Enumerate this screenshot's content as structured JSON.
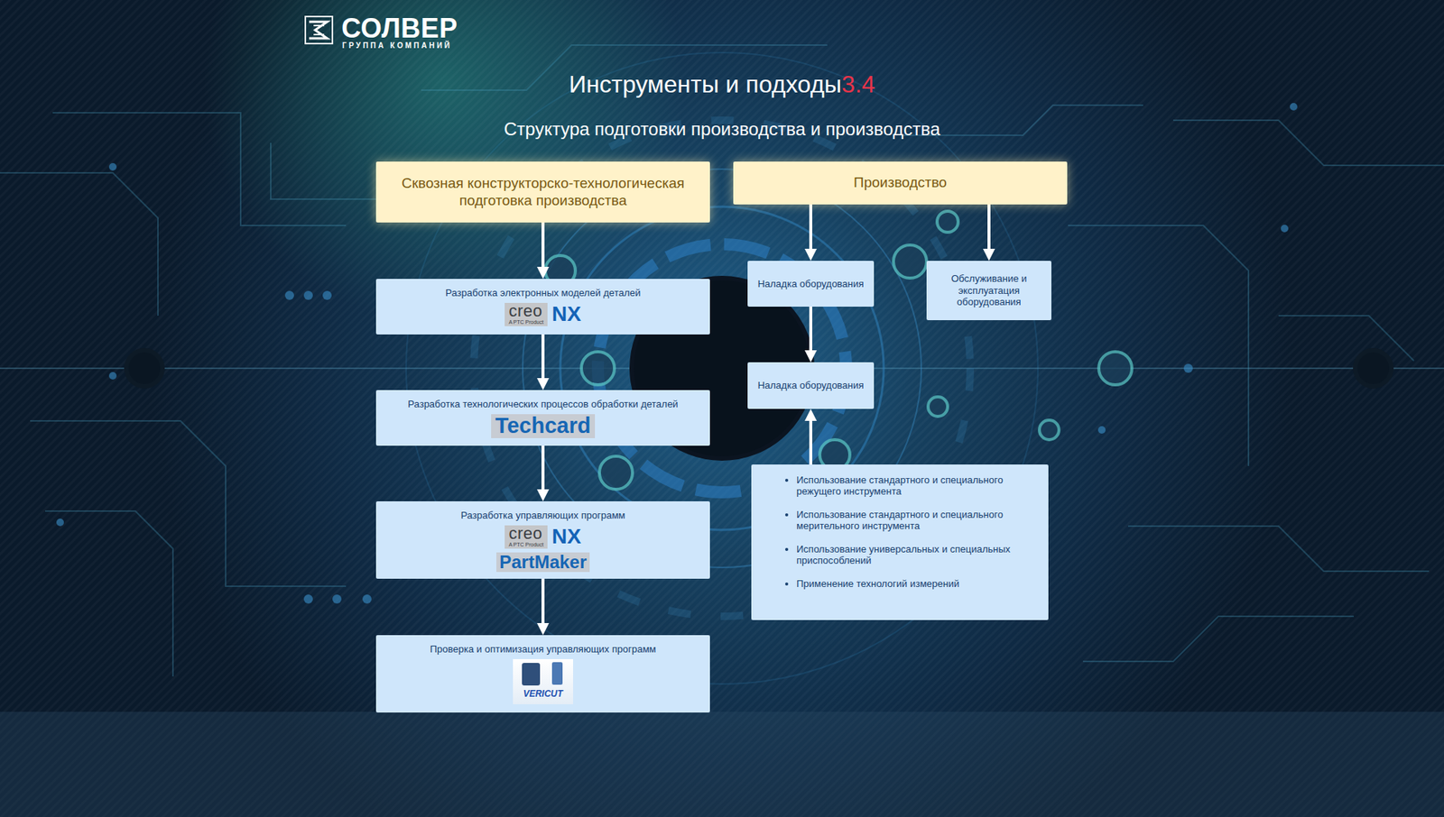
{
  "diagram": {
    "title": "Инструменты и подходы",
    "caption": "Структура подготовки производства и производства",
    "nodes": [
      {
        "text": [
          "Сквозная конструкторско-технологическая подготовка производства"
        ]
      },
      {
        "text": [
          "Производство"
        ]
      },
      {
        "text": [
          "Разработка электронных моделей деталей",
          "creo",
          "A PTC Product",
          "NX"
        ]
      },
      {
        "text": [
          "Разработка технологических процессов обработки деталей",
          "Techcard"
        ]
      },
      {
        "text": [
          "Разработка управляющих программ",
          "creo",
          "A PTC Product",
          "NX",
          "PartMaker"
        ]
      },
      {
        "text": [
          "Проверка и оптимизация управляющих программ",
          "VERICUT"
        ]
      },
      {
        "text": [
          "Наладка оборудования"
        ]
      },
      {
        "text": [
          "Обслуживание и эксплуатация оборудования"
        ]
      },
      {
        "text": [
          "Наладка оборудования"
        ]
      },
      {
        "text": [
          "Использование стандартного и специального режущего инструмента",
          "Использование стандартного и специального мерительного инструмента",
          "Использование универсальных и специальных приспособлений",
          "Применение технологий измерений"
        ]
      }
    ],
    "edges": [
      {
        "from": 0,
        "to": 2,
        "arrow": "to"
      },
      {
        "from": 2,
        "to": 3,
        "arrow": "to"
      },
      {
        "from": 3,
        "to": 4,
        "arrow": "to"
      },
      {
        "from": 4,
        "to": 5,
        "arrow": "to"
      },
      {
        "from": 1,
        "to": 6,
        "arrow": "to"
      },
      {
        "from": 1,
        "to": 7,
        "arrow": "to"
      },
      {
        "from": 6,
        "to": 8,
        "arrow": "to"
      },
      {
        "from": 9,
        "to": 8,
        "arrow": "to"
      }
    ],
    "labels": [
      "СОЛВЕР",
      "ГРУППА КОМПАНИЙ",
      "3.4"
    ]
  }
}
